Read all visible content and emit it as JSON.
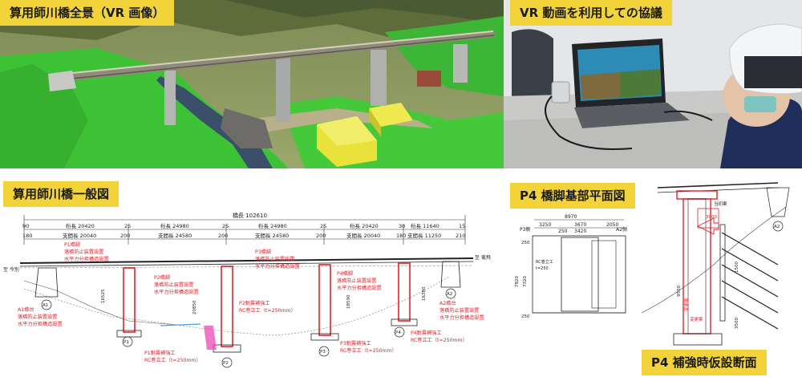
{
  "panels": {
    "vr_overview": {
      "label": "算用師川橋全景（VR 画像）"
    },
    "vr_meeting": {
      "label": "VR 動画を利用しての協議"
    },
    "general_drawing": {
      "label": "算用師川橋一般図"
    },
    "p4_plan": {
      "label": "P4 橋脚基部平面図"
    },
    "p4_section": {
      "label": "P4 補強時仮設断面"
    }
  },
  "general": {
    "total_length": "橋長 102610",
    "top_dims": [
      "90",
      "桁長 20420",
      "25",
      "桁長 24980",
      "25",
      "桁長 24980",
      "25",
      "桁長 20420",
      "30",
      "桁長 11640",
      "15"
    ],
    "second_dims": [
      "180",
      "支間長 20040",
      "200",
      "支間長 24580",
      "200",
      "支間長 24580",
      "200",
      "支間長 20040",
      "180",
      "支間長 11250",
      "210"
    ],
    "left_dir": "至 今別",
    "right_dir": "至 竜飛",
    "supports": [
      "A1",
      "P1",
      "P2",
      "P3",
      "P4",
      "A2"
    ],
    "notes": {
      "a1": [
        "A1橋台",
        "落橋防止装置設置",
        "水平力分担構造設置"
      ],
      "p1_top": [
        "P1橋脚",
        "落橋防止装置設置",
        "水平力分担構造設置"
      ],
      "p1_bottom": [
        "P1耐震補強工",
        "RC巻立工（t=250mm）"
      ],
      "p2_top": [
        "P2橋脚",
        "落橋防止装置設置",
        "水平力分担構造設置"
      ],
      "p2_bottom": [
        "P2耐震補強工",
        "RC巻立工（t=250mm）"
      ],
      "p3_top": [
        "P3橋脚",
        "落橋防止装置設置",
        "水平力分担構造設置"
      ],
      "p3_bottom": [
        "P3耐震補強工",
        "RC巻立工（t=250mm）"
      ],
      "p4_top": [
        "P4橋脚",
        "落橋防止装置設置",
        "水平力分担構造設置"
      ],
      "p4_bottom": [
        "P4耐震補強工",
        "RC巻立工（t=250mm）"
      ],
      "a2": [
        "A2橋台",
        "落橋防止装置設置",
        "水平力分担構造設置"
      ]
    },
    "heights": [
      "16525",
      "20850",
      "18590",
      "16380"
    ]
  },
  "plan": {
    "top_total": "8970",
    "top_parts": [
      "3250",
      "3670",
      "2050"
    ],
    "inner_parts": [
      "250",
      "3420"
    ],
    "left_side": "P3側",
    "right_side": "A2側",
    "inner_note": [
      "RC巻立工",
      "t=250"
    ],
    "heights": [
      "7820",
      "7320"
    ],
    "side_small": [
      "250",
      "250"
    ]
  },
  "section": {
    "label_top": "当初案",
    "dim_a": "3000",
    "dim_b": "1500",
    "dim_c": "3500",
    "dim_d": "9500",
    "tag_a": "変更案",
    "tag_b": "変更案",
    "abutment": "A2"
  },
  "colors": {
    "label_bg": "#f2d43a",
    "red": "#e0232b",
    "drawing": "#2a2a2a"
  }
}
